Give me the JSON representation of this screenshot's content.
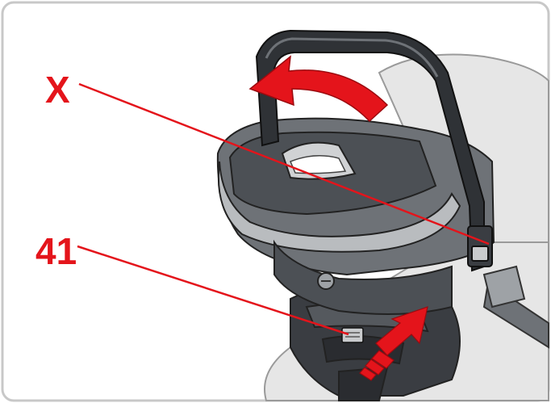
{
  "callouts": {
    "x_label": "X",
    "part_41_label": "41"
  },
  "colors": {
    "accent_red": "#e4141b",
    "frame_border": "#c8c8c8",
    "seat_dark": "#3a3d42",
    "seat_mid": "#6e7277",
    "seat_light": "#b9bcbf",
    "car_seat_bg": "#e8e8e8"
  },
  "icons": {
    "rotate_arrow": "curved-rotate-arrow",
    "push_arrow": "striped-push-arrow"
  }
}
